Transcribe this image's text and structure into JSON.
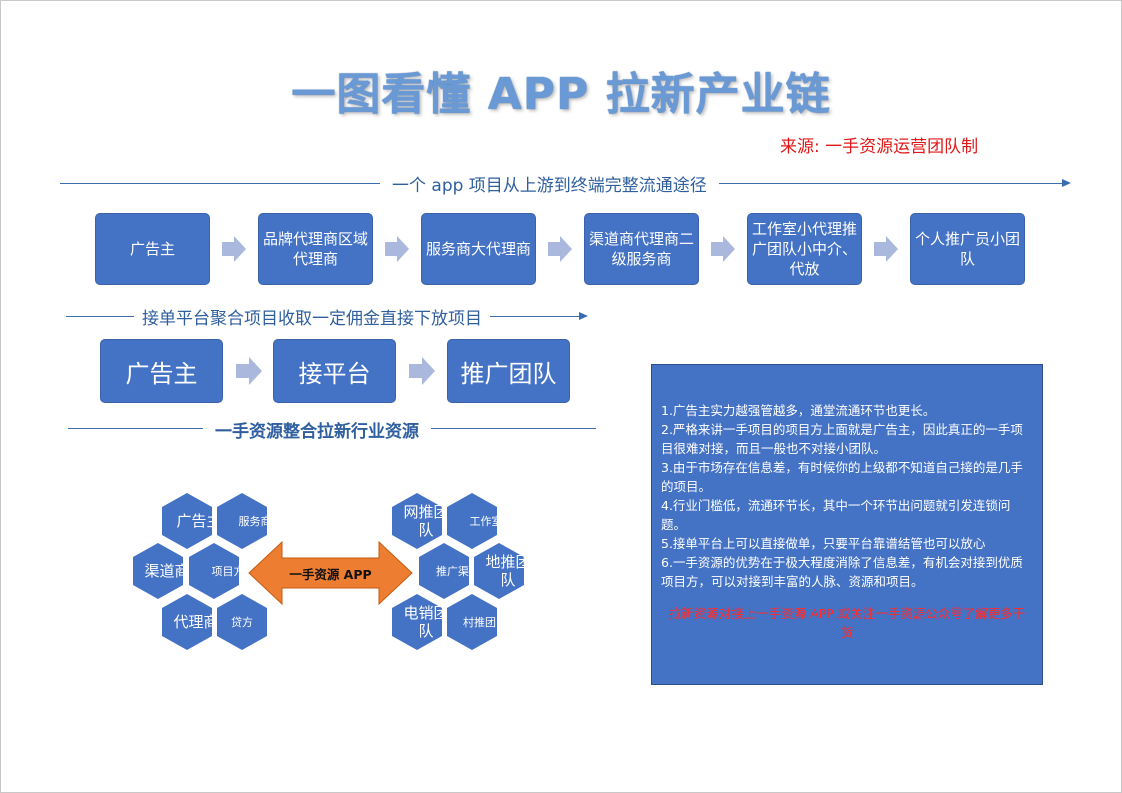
{
  "title": "一图看懂 APP 拉新产业链",
  "source": "来源: 一手资源运营团队制",
  "sections": [
    "一个 app 项目从上游到终端完整流通途径",
    "接单平台聚合项目收取一定佣金直接下放项目",
    "一手资源整合拉新行业资源"
  ],
  "chain": [
    "广告主",
    "品牌代理商区域代理商",
    "服务商大代理商",
    "渠道商代理商二级服务商",
    "工作室小代理推广团队小中介、代放",
    "个人推广员小团队"
  ],
  "platform_flow": [
    "广告主",
    "接平台",
    "推广团队"
  ],
  "left_cluster": [
    "广告主",
    "服务商",
    "渠道商",
    "项目方",
    "代理商",
    "贷方"
  ],
  "right_cluster": [
    "网推团队",
    "工作室",
    "推广渠道",
    "地推团队",
    "电销团队",
    "村推团队"
  ],
  "center_arrow": "一手资源 APP",
  "notes": [
    "1.广告主实力越强管越多，通堂流通环节也更长。",
    "2.严格来讲一手项目的项目方上面就是广告主，因此真正的一手项目很难对接，而且一般也不对接小团队。",
    "3.由于市场存在信息差，有时候你的上级都不知道自己接的是几手的项目。",
    "4.行业门槛低，流通环节长，其中一个环节出问题就引发连锁问题。",
    "5.接单平台上可以直接做单，只要平台靠谱结管也可以放心",
    "6.一手资源的优势在于极大程度消除了信息差，有机会对接到优质项目方，可以对接到丰富的人脉、资源和项目。"
  ],
  "cta": "拉新资源对接上一手资源 APP,或关注一手资源公众号了解更多干货",
  "colors": {
    "box": "#4472c4",
    "chevron": "#a9b8dc",
    "arrow": "#ed7d31",
    "line": "#3a6db0",
    "source": "#e01818"
  }
}
